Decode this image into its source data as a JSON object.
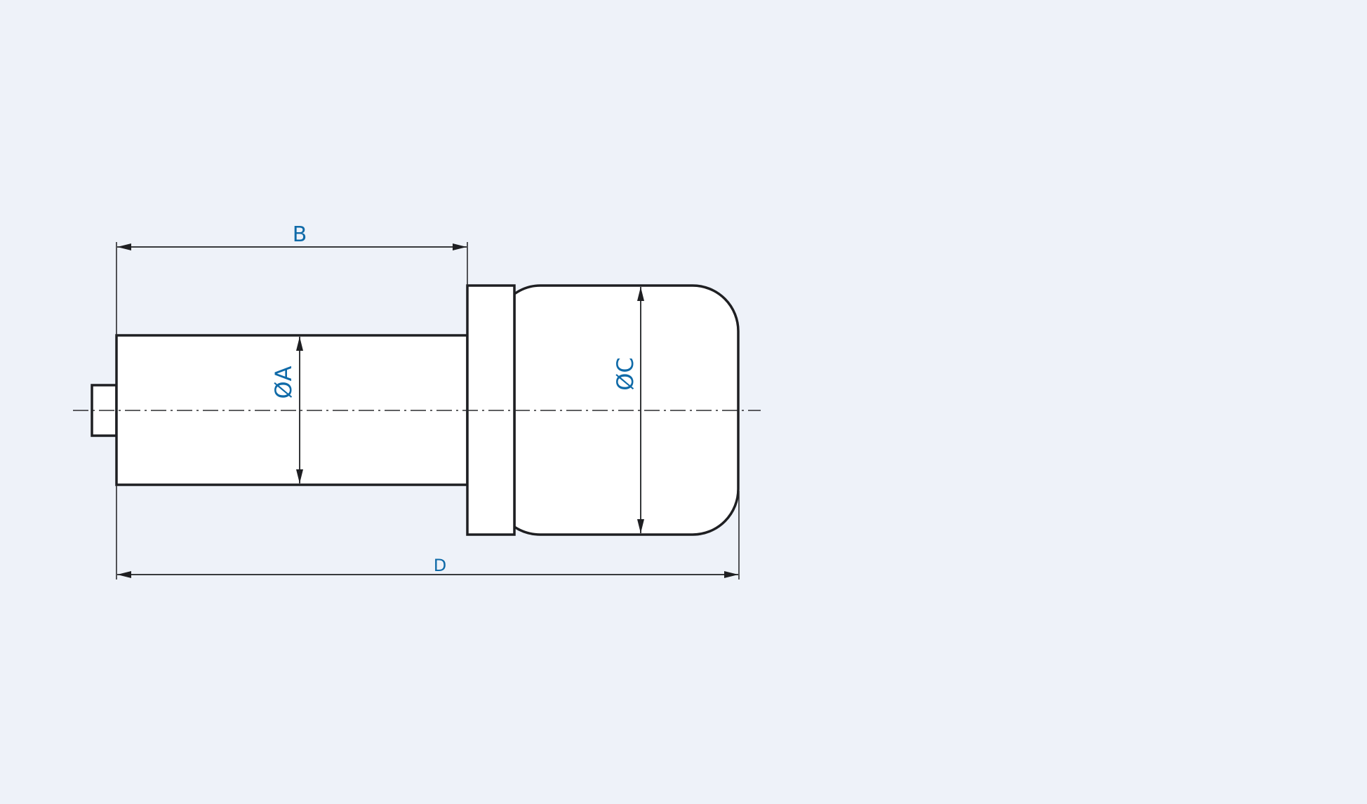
{
  "diagram": {
    "type": "technical-drawing",
    "subject": "cylindrical part side view with dimension callouts",
    "colors": {
      "background": "#eef2f9",
      "outline": "#1e1f22",
      "label": "#0f6aa8",
      "fill": "#ffffff"
    },
    "dimensions": {
      "A": {
        "label": "ØA",
        "kind": "diameter",
        "applies_to": "shaft"
      },
      "B": {
        "label": "B",
        "kind": "length",
        "applies_to": "shaft length to flange"
      },
      "C": {
        "label": "ØC",
        "kind": "diameter",
        "applies_to": "body"
      },
      "D": {
        "label": "D",
        "kind": "length",
        "applies_to": "overall length"
      }
    }
  }
}
